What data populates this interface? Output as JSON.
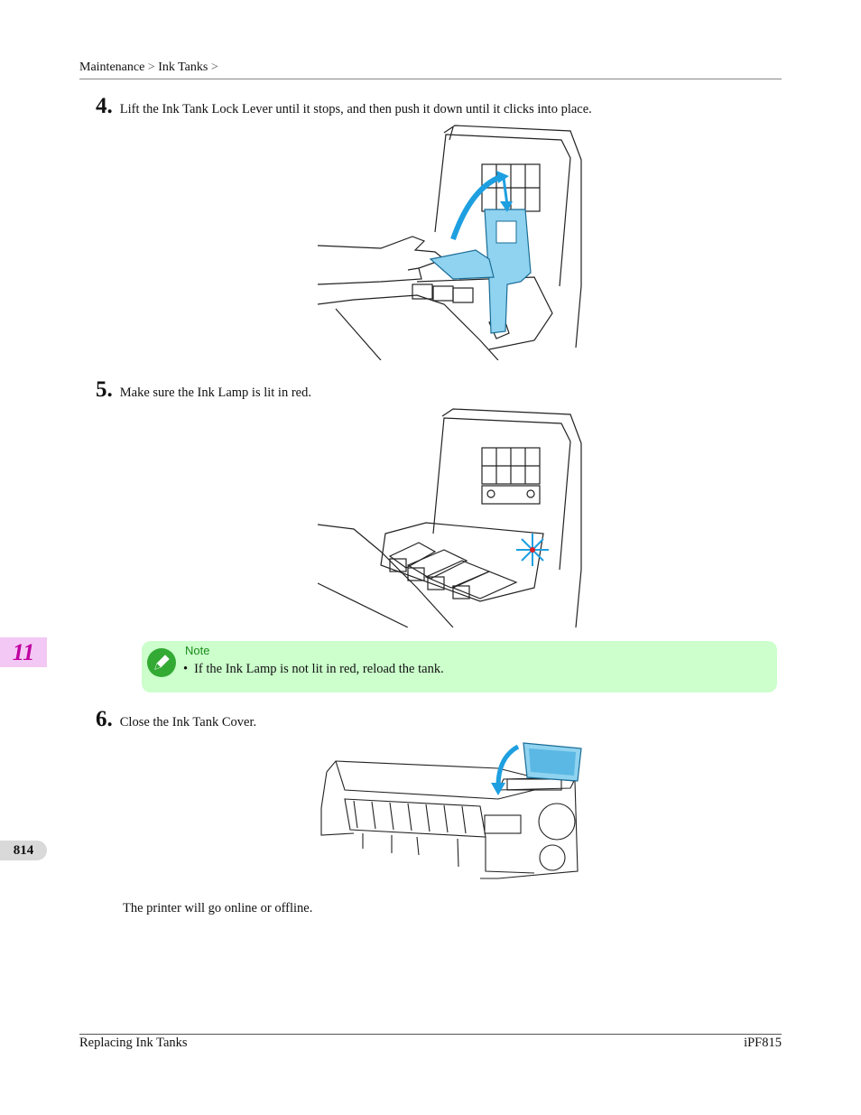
{
  "breadcrumb": {
    "part1": "Maintenance",
    "sep1": ">",
    "part2": "Ink Tanks",
    "sep2": ">"
  },
  "steps": [
    {
      "number": "4.",
      "text": "Lift the Ink Tank Lock Lever until it stops, and then push it down until it clicks into place."
    },
    {
      "number": "5.",
      "text": "Make sure the Ink Lamp is lit in red."
    },
    {
      "number": "6.",
      "text": "Close the Ink Tank Cover."
    }
  ],
  "note": {
    "label": "Note",
    "bullet": "•",
    "items": [
      "If the Ink Lamp is not lit in red, reload the tank."
    ]
  },
  "closing_text": "The printer will go online or offline.",
  "side_tabs": {
    "chapter": "11",
    "page": "814"
  },
  "footer": {
    "left": "Replacing Ink Tanks",
    "right": "iPF815"
  },
  "colors": {
    "chapter_tab_bg": "#f4c8f4",
    "chapter_tab_text": "#c000a0",
    "note_bg": "#ccffcc",
    "note_label": "#1a8c1a",
    "illustration_blue": "#1e9fe0",
    "page_tab_bg": "#d9d9d9"
  },
  "icons": [
    "pencil-note-icon"
  ]
}
